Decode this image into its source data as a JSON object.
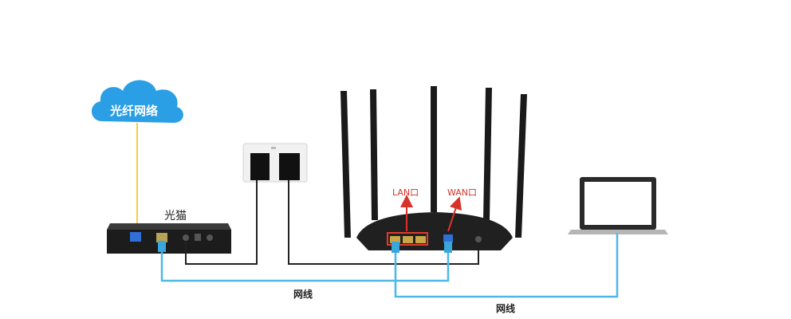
{
  "cloud": {
    "label": "光纤网络",
    "color": "#2b9fe6"
  },
  "modem": {
    "label": "光猫"
  },
  "router": {
    "lan_label": "LAN口",
    "wan_label": "WAN口",
    "annotation_color": "#d8332a"
  },
  "cables": {
    "label_1": "网线",
    "label_2": "网线",
    "network_color": "#4db8e8",
    "fiber_color": "#f0d04a",
    "power_color": "#222222"
  }
}
